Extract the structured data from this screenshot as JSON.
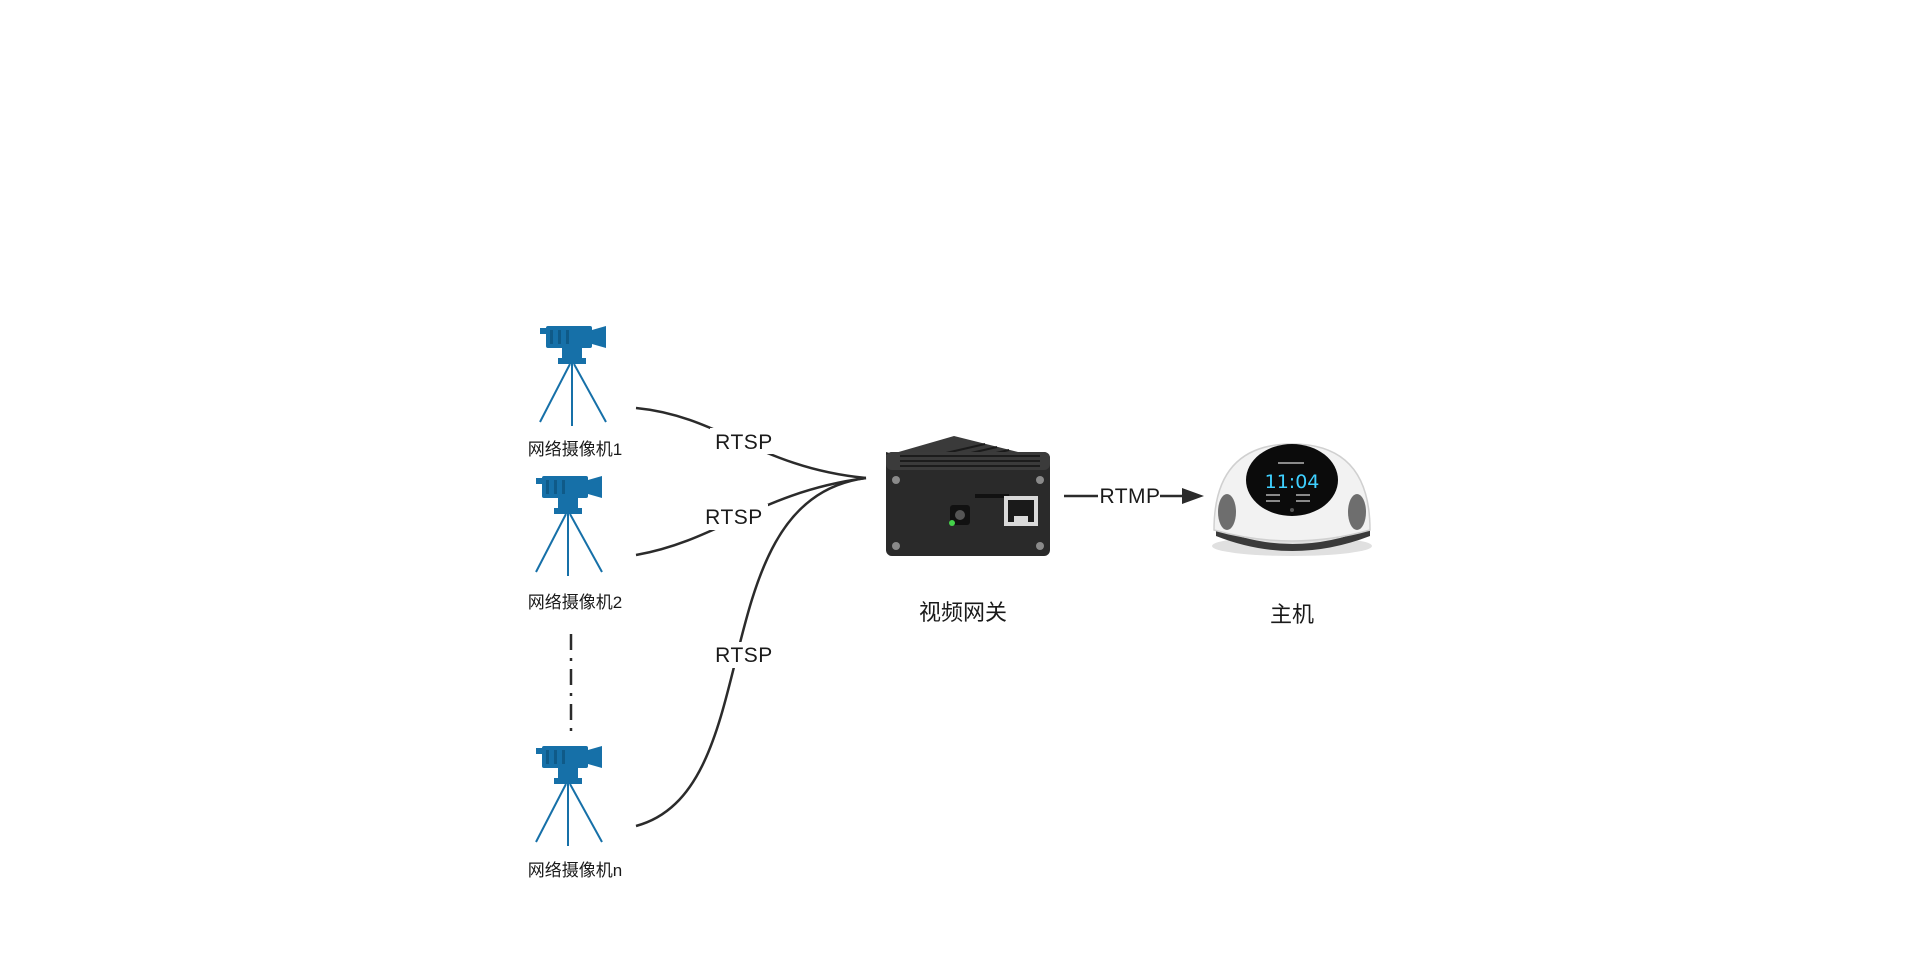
{
  "cameras": [
    {
      "label": "网络摄像机1"
    },
    {
      "label": "网络摄像机2"
    },
    {
      "label": "网络摄像机n"
    }
  ],
  "links": {
    "camera1_protocol": "RTSP",
    "camera2_protocol": "RTSP",
    "cameran_protocol": "RTSP",
    "gateway_to_host_protocol": "RTMP"
  },
  "gateway": {
    "label": "视频网关"
  },
  "host": {
    "label": "主机",
    "screen_time": "11:04"
  },
  "colors": {
    "camera_blue": "#1670a8",
    "line": "#2b2b2b",
    "gateway_body": "#2a2a2a",
    "host_shell": "#f2f2f2",
    "host_screen": "#0b0b0b",
    "host_clock": "#3fd0ff"
  },
  "icons": [
    "camera-tripod-icon",
    "video-gateway-device",
    "host-device",
    "arrow-right-icon",
    "ellipsis-vertical-icon"
  ]
}
